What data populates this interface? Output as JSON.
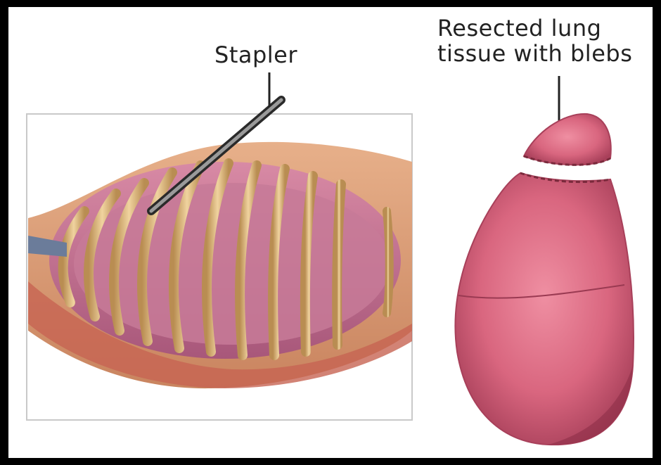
{
  "labels": {
    "stapler": "Stapler",
    "resected_line1": "Resected lung",
    "resected_line2": "tissue with blebs"
  },
  "colors": {
    "background": "#000000",
    "panel": "#ffffff",
    "lung_pink": "#d9667f",
    "lung_dark": "#b8455f",
    "rib": "#e2c08a",
    "skin": "#d79b72",
    "leader_line": "#222222"
  }
}
